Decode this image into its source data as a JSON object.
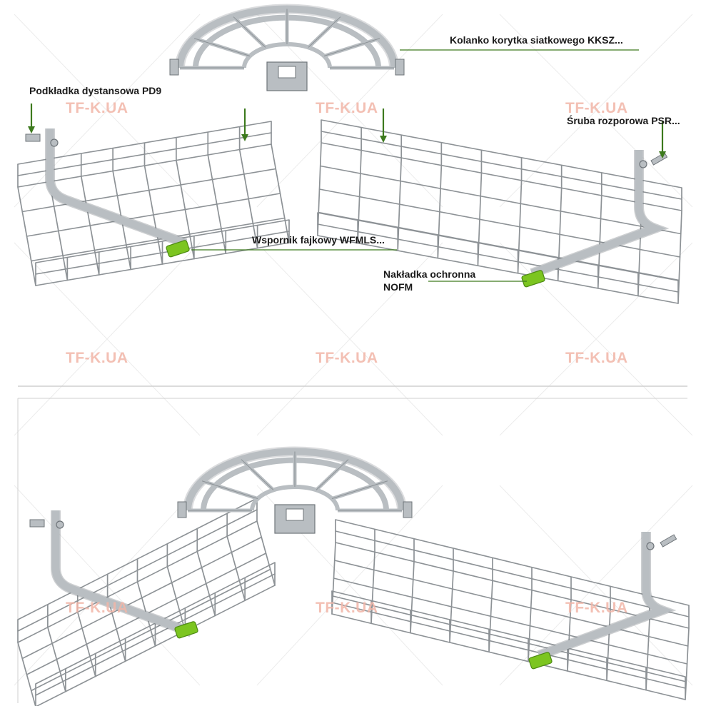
{
  "labels": {
    "pd9": "Podkładka dystansowa PD9",
    "kksz": "Kolanko korytka siatkowego KKSZ...",
    "psr": "Śruba rozporowa PSR...",
    "wfmls": "Wspornik fajkowy WFMLS...",
    "nofm_line1": "Nakładka ochronna",
    "nofm_line2": "NOFM"
  },
  "watermark": "TF-K.UA",
  "colors": {
    "wire": "#8d9296",
    "metal": "#b9bec2",
    "metal_dark": "#6f757a",
    "accent_green": "#7cc520",
    "leader_green": "#3d7a1e",
    "divider": "#cfcfcf"
  },
  "icons": [
    "arrow-down-icon"
  ]
}
